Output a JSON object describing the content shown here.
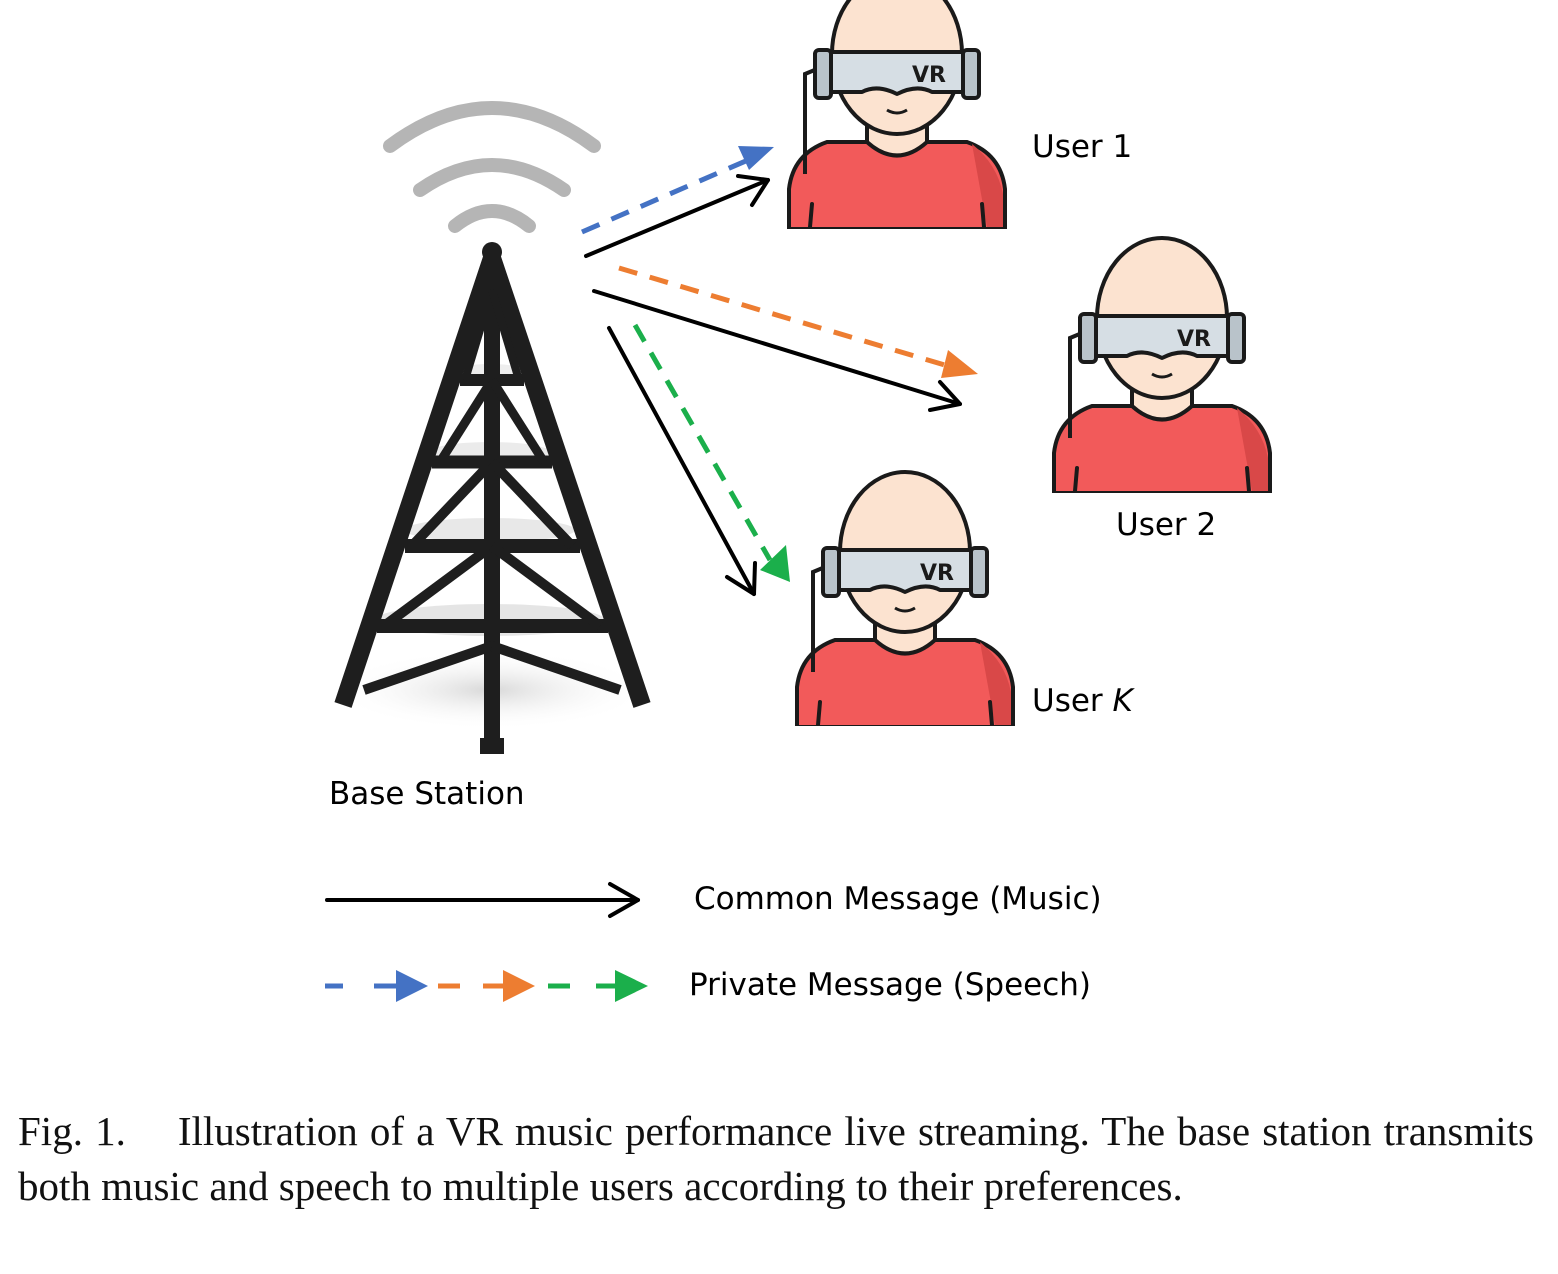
{
  "labels": {
    "base_station": "Base Station",
    "user1": "User 1",
    "user2": "User 2",
    "userk_prefix": "User ",
    "userk_var": "K",
    "vr": "VR"
  },
  "legend": {
    "common": "Common Message (Music)",
    "private": "Private Message (Speech)"
  },
  "caption": {
    "fig": "Fig. 1.",
    "text": "Illustration of a VR music performance live streaming. The base station transmits both music and speech to multiple users according to their preferences."
  },
  "colors": {
    "common": "#000000",
    "private_user1": "#4472C4",
    "private_user2": "#ED7D31",
    "private_userk": "#1BAF4B",
    "shirt": "#F25A5A",
    "shirt_shadow": "#D94848",
    "skin": "#FCE3D0",
    "visor": "#D6DEE4",
    "tower": "#1E1E1E",
    "signal": "#B5B5B5"
  }
}
